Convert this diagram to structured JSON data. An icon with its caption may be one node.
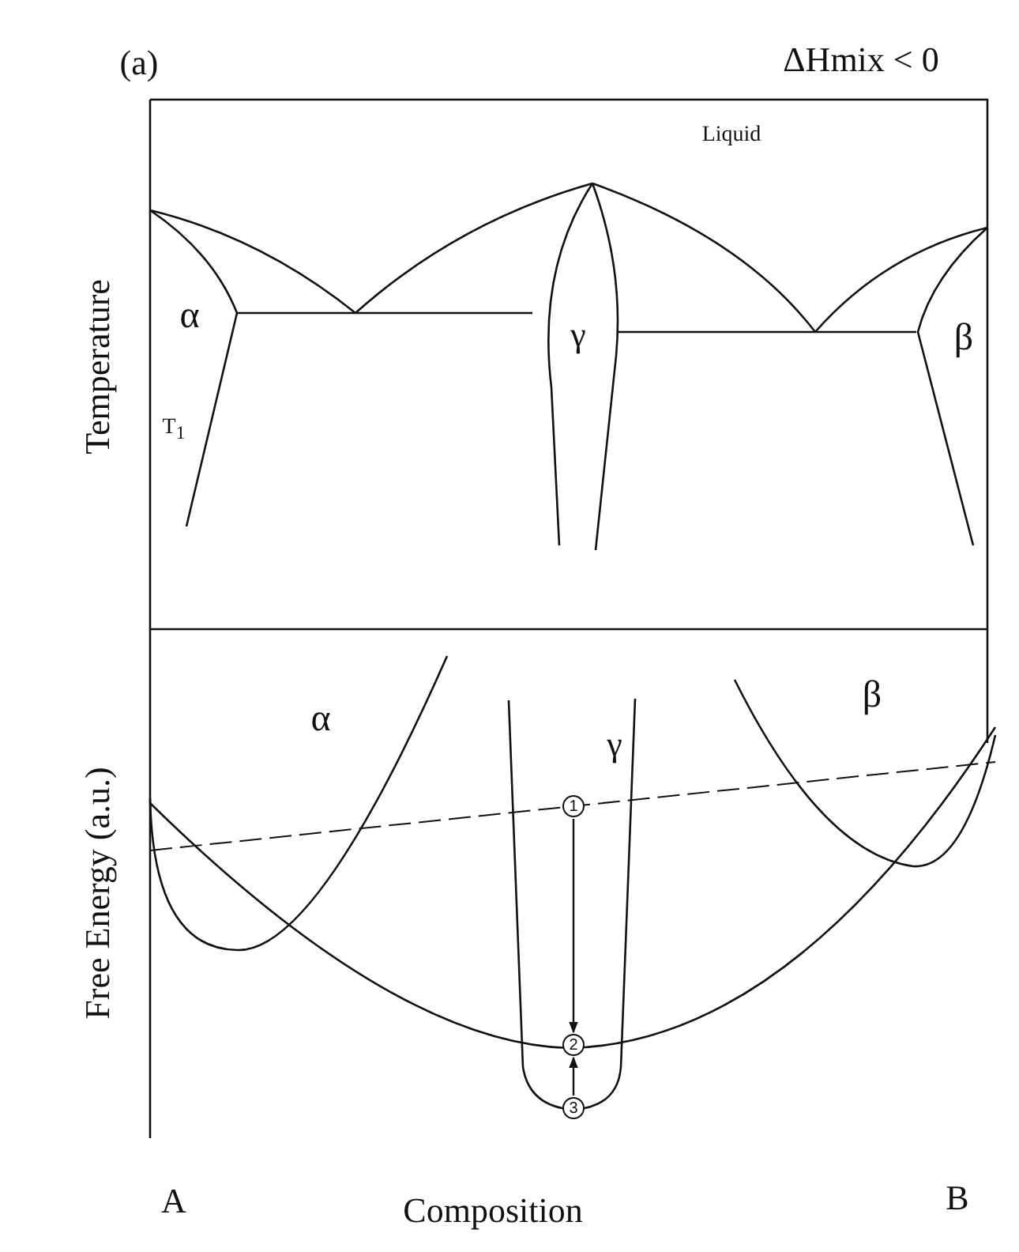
{
  "diagram": {
    "nodes": [
      {
        "text": [
          "1"
        ]
      },
      {
        "text": [
          "2"
        ]
      },
      {
        "text": [
          "3"
        ]
      }
    ],
    "edges": [
      {
        "from": 0,
        "to": 1,
        "arrow": "to"
      },
      {
        "from": 2,
        "to": 1,
        "arrow": "to"
      }
    ],
    "labels": [
      "(a)",
      "ΔHmix < 0",
      "Liquid",
      "α",
      "γ",
      "β",
      "T$_{1}$",
      "Temperature",
      "α",
      "γ",
      "β",
      "Free Energy (a.u.)",
      "A",
      "Composition",
      "B"
    ]
  }
}
